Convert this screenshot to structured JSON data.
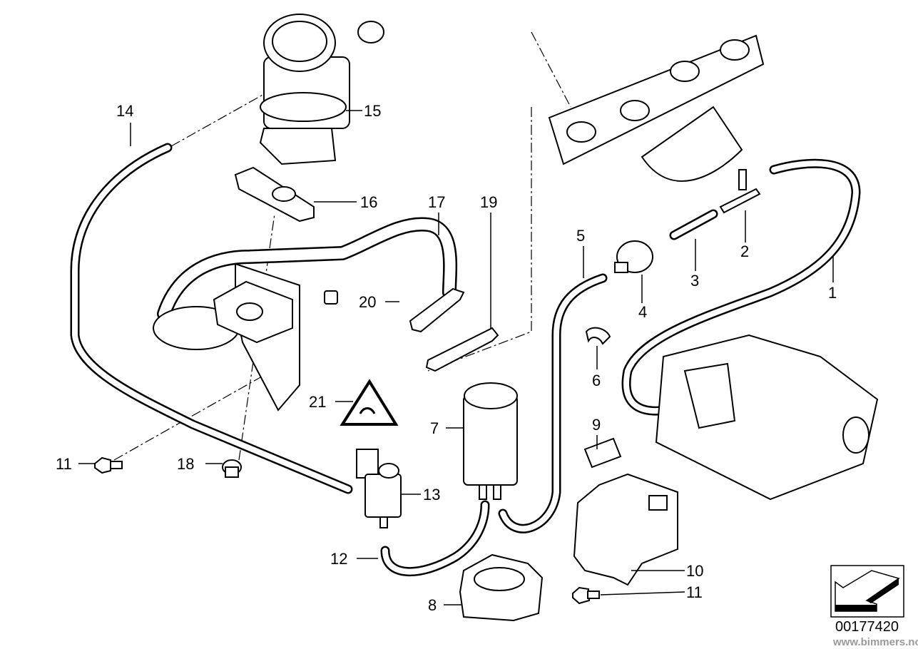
{
  "diagram": {
    "callouts": {
      "p1": "1",
      "p2": "2",
      "p3": "3",
      "p4": "4",
      "p5": "5",
      "p6": "6",
      "p7": "7",
      "p8": "8",
      "p9": "9",
      "p10": "10",
      "p11a": "11",
      "p11b": "11",
      "p12": "12",
      "p13": "13",
      "p14": "14",
      "p15": "15",
      "p16": "16",
      "p17": "17",
      "p18": "18",
      "p19": "19",
      "p20": "20",
      "p21": "21"
    },
    "diagram_number": "00177420",
    "watermark": "www.bimmers.no",
    "orientation_icon": "front-arrow-icon"
  }
}
